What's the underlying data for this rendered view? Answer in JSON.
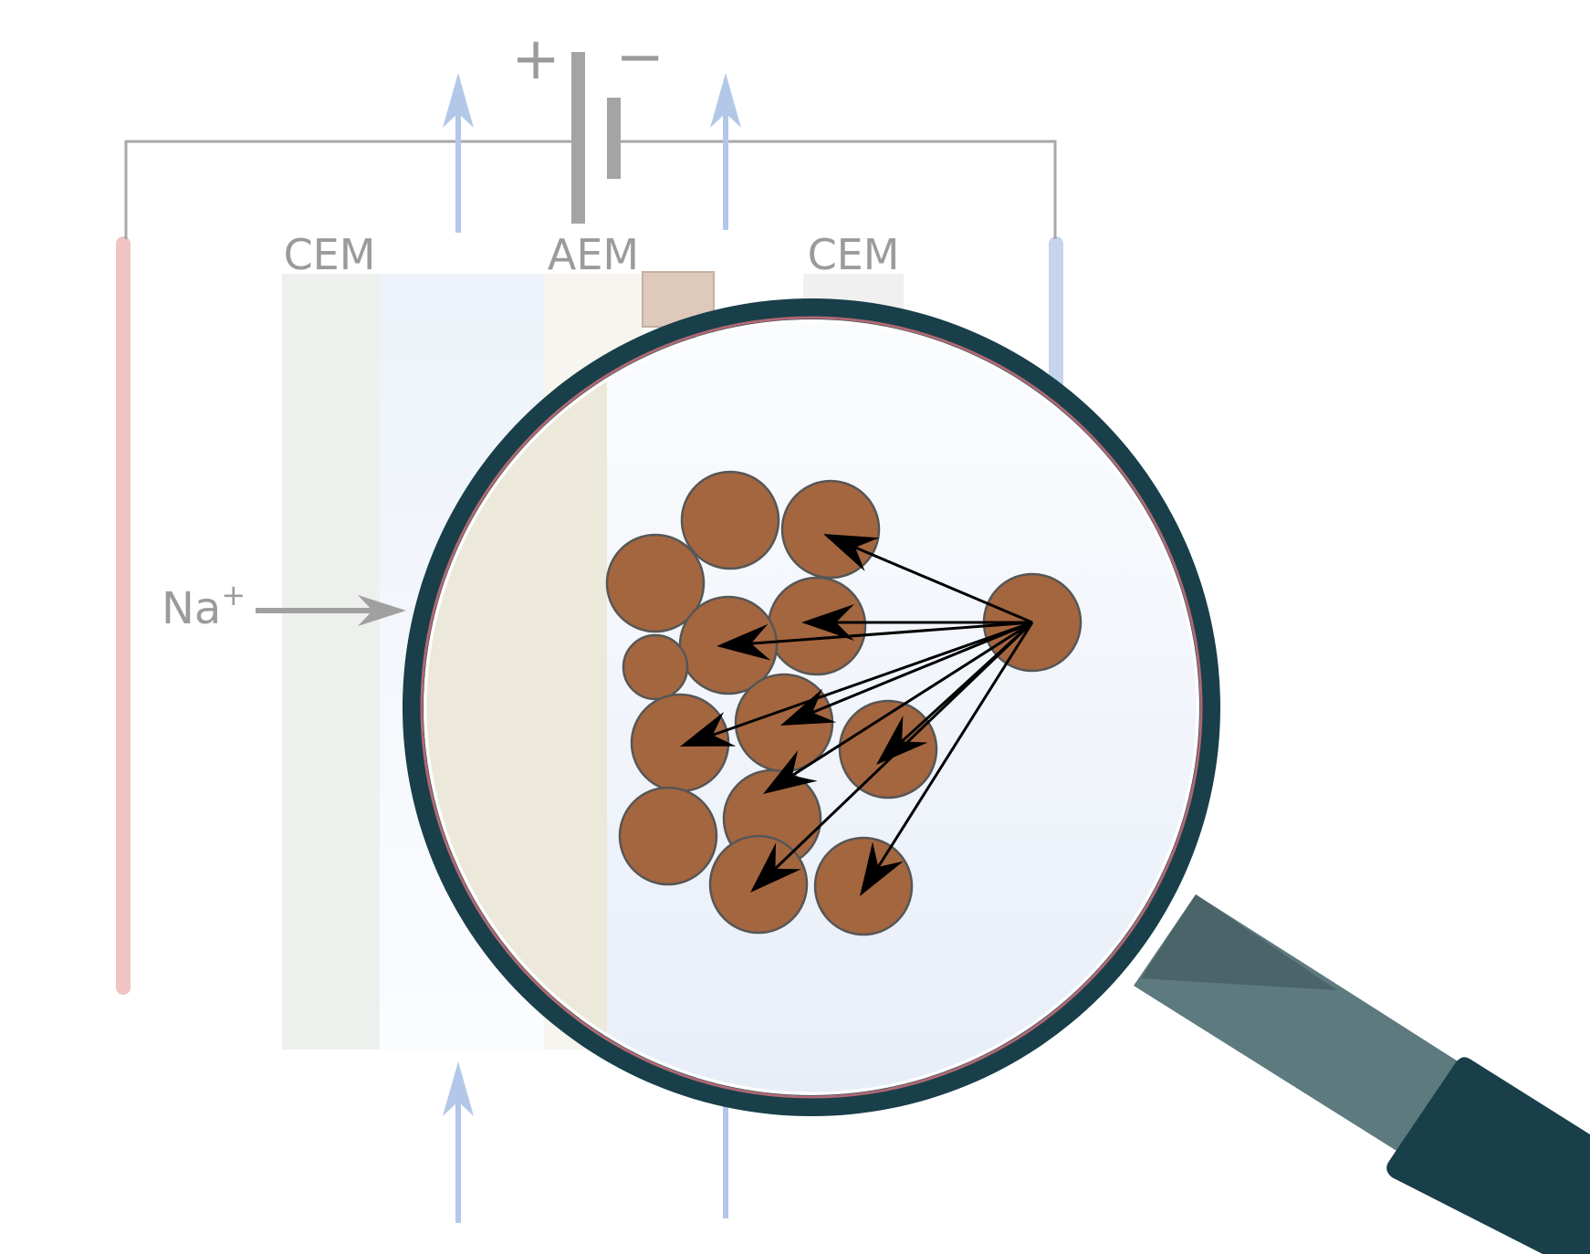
{
  "labels": {
    "plus": "+",
    "minus": "−",
    "membrane_left": "CEM",
    "membrane_middle": "AEM",
    "membrane_right": "CEM",
    "ion": "Na",
    "ion_charge": "+"
  },
  "colors": {
    "anode": "#f0c4c4",
    "cathode": "#c5d5ee",
    "wire": "#a8a8a8",
    "battery": "#a4a4a4",
    "flow_arrow": "#b3c8e8",
    "label": "#9b9b9b",
    "membrane_cem": "#eef0ee",
    "membrane_aem": "#f7f5ef",
    "electrode_pad": "#dfc9bb",
    "lens_frame": "#183f4a",
    "lens_rim": "#b06872",
    "lens_handle": "#5d7a7e",
    "particle_fill": "#a4663f",
    "particle_stroke": "#565656",
    "arrow": "#000000"
  },
  "icons": {
    "battery": "battery-symbol-icon",
    "magnifier": "magnifying-glass-icon"
  }
}
